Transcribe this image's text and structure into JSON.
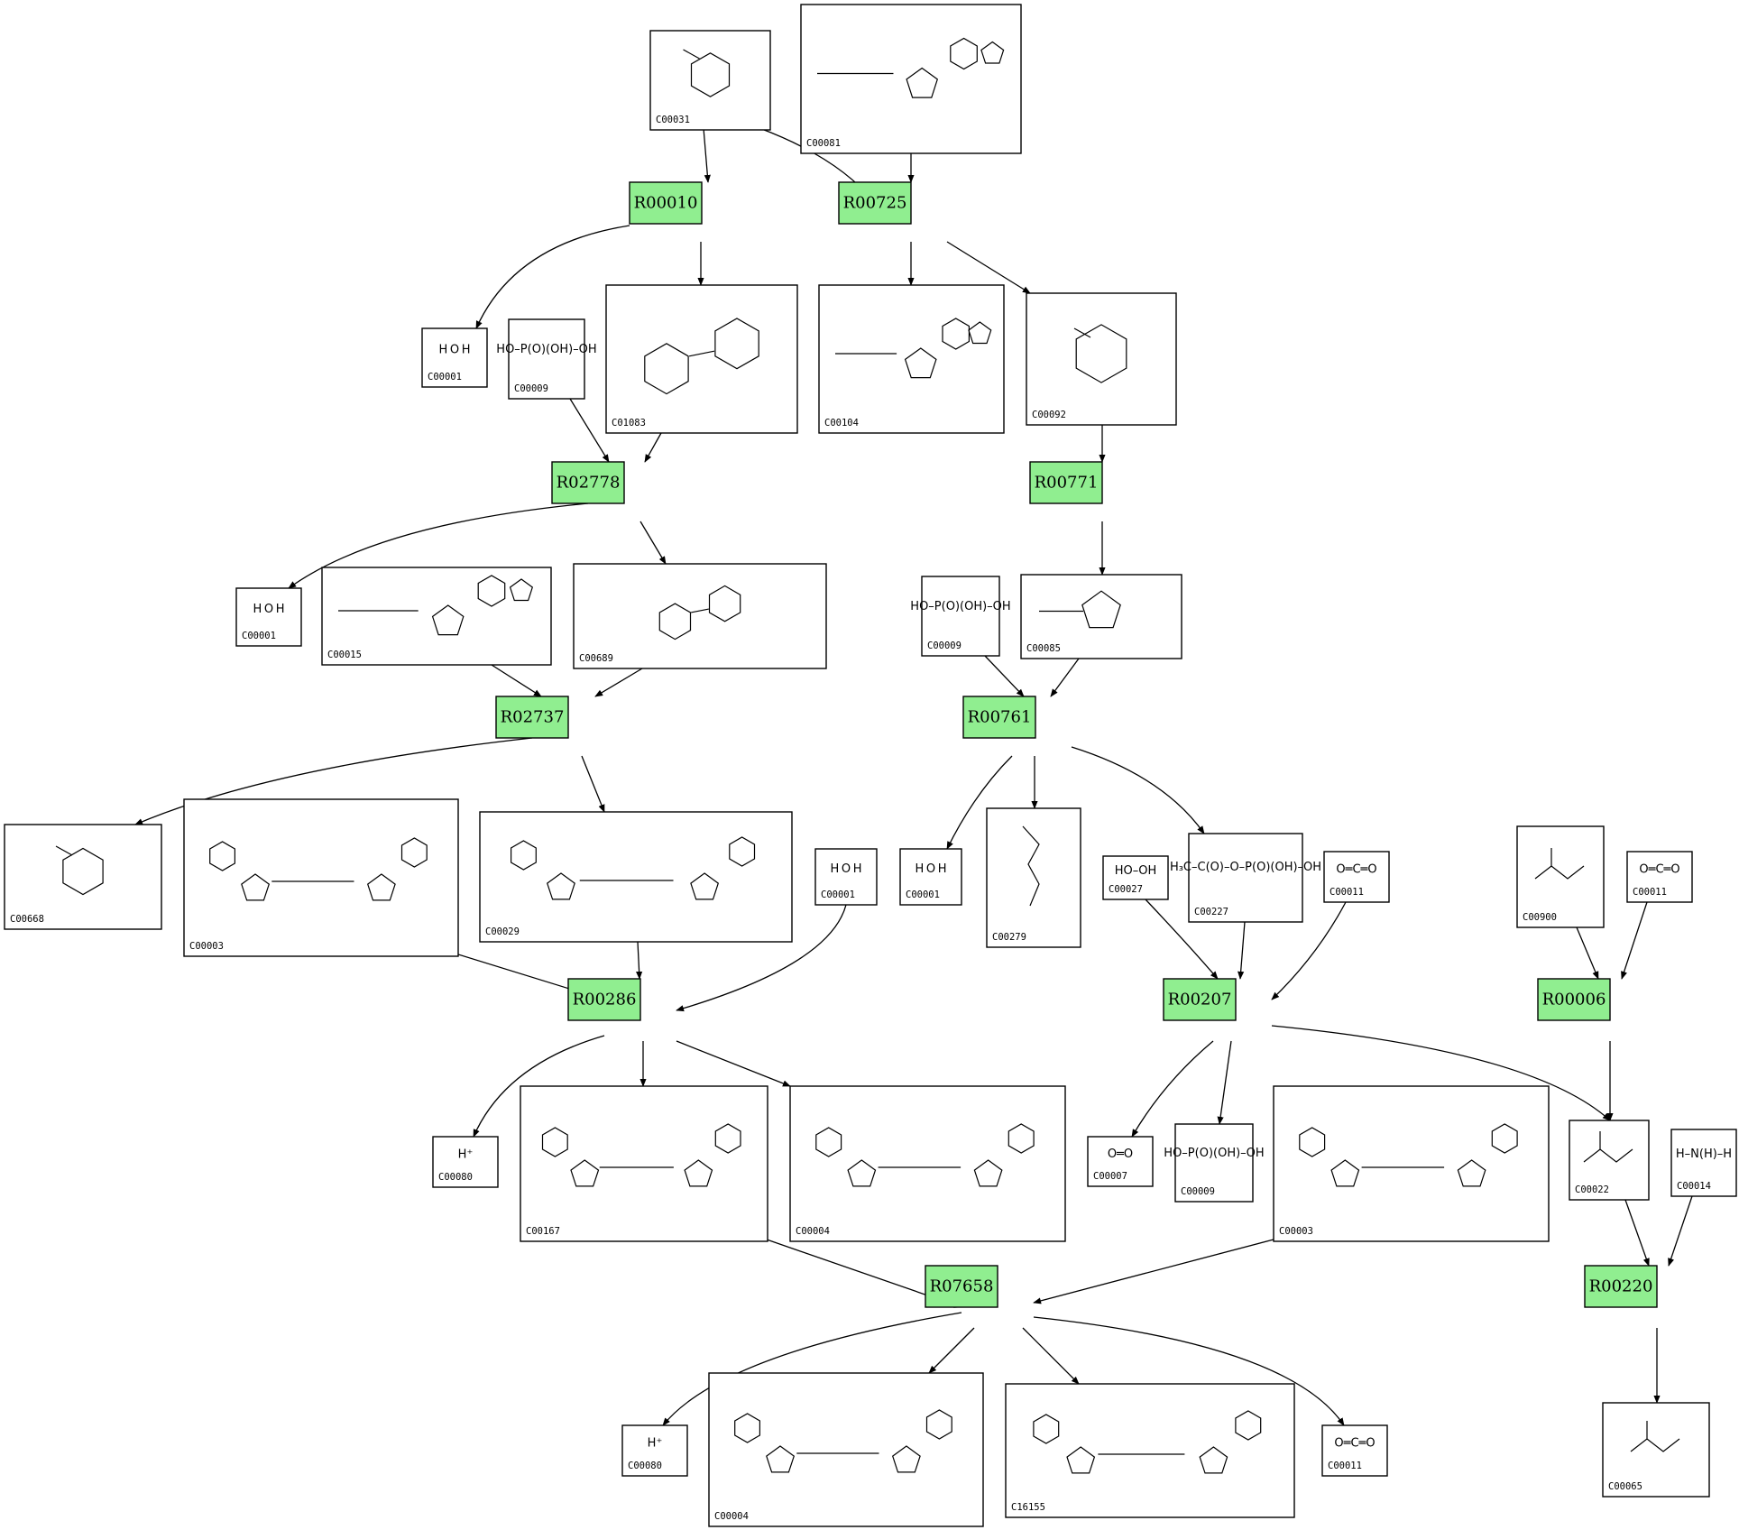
{
  "reactions": [
    {
      "key": "R00010",
      "label": "R00010"
    },
    {
      "key": "R00725",
      "label": "R00725"
    },
    {
      "key": "R02778",
      "label": "R02778"
    },
    {
      "key": "R00771",
      "label": "R00771"
    },
    {
      "key": "R02737",
      "label": "R02737"
    },
    {
      "key": "R00761",
      "label": "R00761"
    },
    {
      "key": "R00286",
      "label": "R00286"
    },
    {
      "key": "R00207",
      "label": "R00207"
    },
    {
      "key": "R00006",
      "label": "R00006"
    },
    {
      "key": "R07658",
      "label": "R07658"
    },
    {
      "key": "R00220",
      "label": "R00220"
    }
  ],
  "compounds": [
    {
      "key": "c00031",
      "id": "C00031",
      "formula": "",
      "kind": "pyranose"
    },
    {
      "key": "c00081",
      "id": "C00081",
      "formula": "",
      "kind": "nucleotide"
    },
    {
      "key": "c00001a",
      "id": "C00001",
      "formula": "H O H",
      "kind": "text"
    },
    {
      "key": "c00009a",
      "id": "C00009",
      "formula": "HO–P(O)(OH)–OH",
      "kind": "text"
    },
    {
      "key": "c01083",
      "id": "C01083",
      "formula": "",
      "kind": "disaccharide"
    },
    {
      "key": "c00104",
      "id": "C00104",
      "formula": "",
      "kind": "nucleotide"
    },
    {
      "key": "c00092",
      "id": "C00092",
      "formula": "",
      "kind": "pyranose"
    },
    {
      "key": "c00001b",
      "id": "C00001",
      "formula": "H O H",
      "kind": "text"
    },
    {
      "key": "c00015",
      "id": "C00015",
      "formula": "",
      "kind": "nucleotide"
    },
    {
      "key": "c00689",
      "id": "C00689",
      "formula": "",
      "kind": "disaccharide"
    },
    {
      "key": "c00009b",
      "id": "C00009",
      "formula": "HO–P(O)(OH)–OH",
      "kind": "text"
    },
    {
      "key": "c00085",
      "id": "C00085",
      "formula": "",
      "kind": "furanose"
    },
    {
      "key": "c00668",
      "id": "C00668",
      "formula": "",
      "kind": "pyranose"
    },
    {
      "key": "c00003a",
      "id": "C00003",
      "formula": "",
      "kind": "dinucleotide"
    },
    {
      "key": "c00029",
      "id": "C00029",
      "formula": "",
      "kind": "dinucleotide"
    },
    {
      "key": "c00001c",
      "id": "C00001",
      "formula": "H O H",
      "kind": "text"
    },
    {
      "key": "c00001d",
      "id": "C00001",
      "formula": "H O H",
      "kind": "text"
    },
    {
      "key": "c00279",
      "id": "C00279",
      "formula": "",
      "kind": "chain"
    },
    {
      "key": "c00027",
      "id": "C00027",
      "formula": "HO–OH",
      "kind": "text"
    },
    {
      "key": "c00227",
      "id": "C00227",
      "formula": "H₃C–C(O)–O–P(O)(OH)–OH",
      "kind": "text"
    },
    {
      "key": "c00011a",
      "id": "C00011",
      "formula": "O═C═O",
      "kind": "text"
    },
    {
      "key": "c00900",
      "id": "C00900",
      "formula": "",
      "kind": "small"
    },
    {
      "key": "c00011b",
      "id": "C00011",
      "formula": "O═C═O",
      "kind": "text"
    },
    {
      "key": "c00080a",
      "id": "C00080",
      "formula": "H⁺",
      "kind": "text"
    },
    {
      "key": "c00167",
      "id": "C00167",
      "formula": "",
      "kind": "dinucleotide"
    },
    {
      "key": "c00004a",
      "id": "C00004",
      "formula": "",
      "kind": "dinucleotide"
    },
    {
      "key": "c00007",
      "id": "C00007",
      "formula": "O═O",
      "kind": "text"
    },
    {
      "key": "c00009c",
      "id": "C00009",
      "formula": "HO–P(O)(OH)–OH",
      "kind": "text"
    },
    {
      "key": "c00003b",
      "id": "C00003",
      "formula": "",
      "kind": "dinucleotide"
    },
    {
      "key": "c00022",
      "id": "C00022",
      "formula": "",
      "kind": "small"
    },
    {
      "key": "c00014",
      "id": "C00014",
      "formula": "H–N(H)–H",
      "kind": "text"
    },
    {
      "key": "c00080b",
      "id": "C00080",
      "formula": "H⁺",
      "kind": "text"
    },
    {
      "key": "c00004b",
      "id": "C00004",
      "formula": "",
      "kind": "dinucleotide"
    },
    {
      "key": "c16155",
      "id": "C16155",
      "formula": "",
      "kind": "dinucleotide"
    },
    {
      "key": "c00011c",
      "id": "C00011",
      "formula": "O═C═O",
      "kind": "text"
    },
    {
      "key": "c00065",
      "id": "C00065",
      "formula": "",
      "kind": "small"
    }
  ],
  "colors": {
    "reaction_fill": "#90ee90",
    "border": "#000000",
    "background": "#ffffff"
  }
}
